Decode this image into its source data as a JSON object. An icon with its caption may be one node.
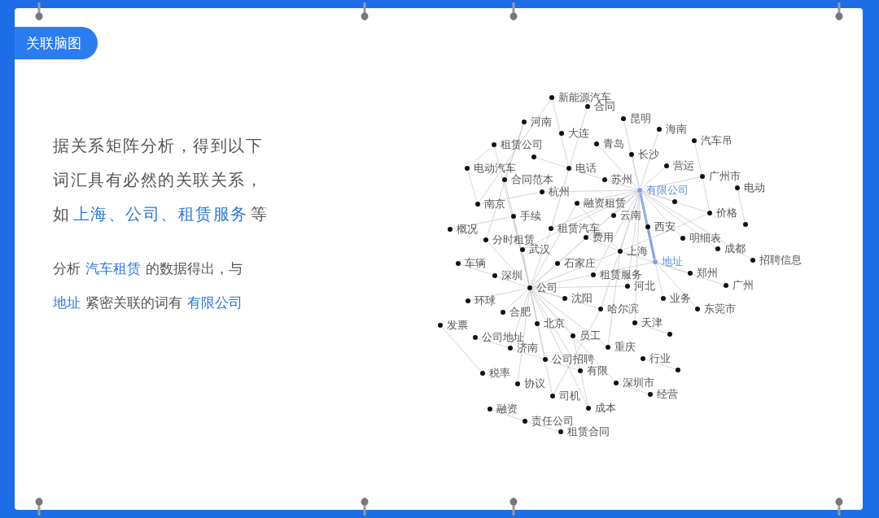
{
  "diagram": {
    "title": "关联脑图",
    "nodes": [
      {
        "text": [
          "新能源汽车"
        ]
      },
      {
        "text": [
          "合同"
        ]
      },
      {
        "text": [
          "河南"
        ]
      },
      {
        "text": [
          "昆明"
        ]
      },
      {
        "text": [
          "海南"
        ]
      },
      {
        "text": [
          "大连"
        ]
      },
      {
        "text": [
          "汽车吊"
        ]
      },
      {
        "text": [
          "租赁公司"
        ]
      },
      {
        "text": [
          "青岛"
        ]
      },
      {
        "text": [],
        "shape": "circle"
      },
      {
        "text": [
          "长沙"
        ]
      },
      {
        "text": [
          "营运"
        ]
      },
      {
        "text": [
          "电动汽车"
        ]
      },
      {
        "text": [
          "电话"
        ]
      },
      {
        "text": [
          "合同范本"
        ]
      },
      {
        "text": [
          "苏州"
        ]
      },
      {
        "text": [
          "广州市"
        ]
      },
      {
        "text": [
          "有限公司"
        ]
      },
      {
        "text": [
          "电动"
        ]
      },
      {
        "text": [
          "杭州"
        ]
      },
      {
        "text": [],
        "shape": "circle"
      },
      {
        "text": [
          "南京"
        ]
      },
      {
        "text": [
          "融资租赁"
        ]
      },
      {
        "text": [
          "云南"
        ]
      },
      {
        "text": [
          "价格"
        ]
      },
      {
        "text": [
          "手续"
        ]
      },
      {
        "text": [
          "西安"
        ]
      },
      {
        "text": [],
        "shape": "circle"
      },
      {
        "text": [
          "概况"
        ]
      },
      {
        "text": [
          "租赁汽车"
        ]
      },
      {
        "text": [
          "费用"
        ]
      },
      {
        "text": [
          "分时租赁"
        ]
      },
      {
        "text": [
          "明细表"
        ]
      },
      {
        "text": [
          "武汉"
        ]
      },
      {
        "text": [
          "上海"
        ]
      },
      {
        "text": [
          "成都"
        ]
      },
      {
        "text": [
          "招聘信息"
        ]
      },
      {
        "text": [
          "地址"
        ]
      },
      {
        "text": [
          "车辆"
        ]
      },
      {
        "text": [
          "石家庄"
        ]
      },
      {
        "text": [
          "深圳"
        ]
      },
      {
        "text": [
          "租赁服务"
        ]
      },
      {
        "text": [
          "郑州"
        ]
      },
      {
        "text": [
          "公司"
        ]
      },
      {
        "text": [
          "河北"
        ]
      },
      {
        "text": [
          "广州"
        ]
      },
      {
        "text": [
          "环球"
        ]
      },
      {
        "text": [
          "沈阳"
        ]
      },
      {
        "text": [
          "业务"
        ]
      },
      {
        "text": [
          "合肥"
        ]
      },
      {
        "text": [
          "哈尔滨"
        ]
      },
      {
        "text": [
          "东莞市"
        ]
      },
      {
        "text": [
          "发票"
        ]
      },
      {
        "text": [
          "北京"
        ]
      },
      {
        "text": [
          "天津"
        ]
      },
      {
        "text": [
          "公司地址"
        ]
      },
      {
        "text": [
          "员工"
        ]
      },
      {
        "text": [],
        "shape": "circle"
      },
      {
        "text": [
          "济南"
        ]
      },
      {
        "text": [
          "重庆"
        ]
      },
      {
        "text": [
          "公司招聘"
        ]
      },
      {
        "text": [
          "行业"
        ]
      },
      {
        "text": [
          "有限"
        ]
      },
      {
        "text": [],
        "shape": "circle"
      },
      {
        "text": [
          "税率"
        ]
      },
      {
        "text": [
          "深圳市"
        ]
      },
      {
        "text": [
          "协议"
        ]
      },
      {
        "text": [
          "经营"
        ]
      },
      {
        "text": [
          "司机"
        ]
      },
      {
        "text": [
          "成本"
        ]
      },
      {
        "text": [
          "融资"
        ]
      },
      {
        "text": [
          "责任公司"
        ]
      },
      {
        "text": [
          "租赁合同"
        ]
      }
    ],
    "edges": [
      {
        "from": 17,
        "to": 37,
        "arrow": "none",
        "style": "thick",
        "color": "#7aa3e6"
      },
      {
        "from": 17,
        "to": 3,
        "arrow": "none"
      },
      {
        "from": 17,
        "to": 4,
        "arrow": "none"
      },
      {
        "from": 17,
        "to": 10,
        "arrow": "none"
      },
      {
        "from": 17,
        "to": 11,
        "arrow": "none"
      },
      {
        "from": 17,
        "to": 15,
        "arrow": "none"
      },
      {
        "from": 17,
        "to": 16,
        "arrow": "none"
      },
      {
        "from": 17,
        "to": 22,
        "arrow": "none"
      },
      {
        "from": 17,
        "to": 23,
        "arrow": "none"
      },
      {
        "from": 17,
        "to": 26,
        "arrow": "none"
      },
      {
        "from": 17,
        "to": 20,
        "arrow": "none"
      },
      {
        "from": 17,
        "to": 24,
        "arrow": "none"
      },
      {
        "from": 17,
        "to": 32,
        "arrow": "none"
      },
      {
        "from": 17,
        "to": 35,
        "arrow": "none"
      },
      {
        "from": 17,
        "to": 36,
        "arrow": "none"
      },
      {
        "from": 17,
        "to": 34,
        "arrow": "none"
      },
      {
        "from": 17,
        "to": 41,
        "arrow": "none"
      },
      {
        "from": 17,
        "to": 44,
        "arrow": "none"
      },
      {
        "from": 17,
        "to": 50,
        "arrow": "none"
      },
      {
        "from": 17,
        "to": 54,
        "arrow": "none"
      },
      {
        "from": 17,
        "to": 29,
        "arrow": "none"
      },
      {
        "from": 17,
        "to": 33,
        "arrow": "none"
      },
      {
        "from": 17,
        "to": 39,
        "arrow": "none"
      },
      {
        "from": 17,
        "to": 19,
        "arrow": "none"
      },
      {
        "from": 17,
        "to": 43,
        "arrow": "none"
      },
      {
        "from": 17,
        "to": 8,
        "arrow": "none"
      },
      {
        "from": 37,
        "to": 42,
        "arrow": "none"
      },
      {
        "from": 37,
        "to": 51,
        "arrow": "none"
      },
      {
        "from": 37,
        "to": 41,
        "arrow": "none"
      },
      {
        "from": 37,
        "to": 48,
        "arrow": "none"
      },
      {
        "from": 43,
        "to": 40,
        "arrow": "none"
      },
      {
        "from": 43,
        "to": 46,
        "arrow": "none"
      },
      {
        "from": 43,
        "to": 49,
        "arrow": "none"
      },
      {
        "from": 43,
        "to": 53,
        "arrow": "none"
      },
      {
        "from": 43,
        "to": 58,
        "arrow": "none"
      },
      {
        "from": 43,
        "to": 60,
        "arrow": "none"
      },
      {
        "from": 43,
        "to": 62,
        "arrow": "none"
      },
      {
        "from": 43,
        "to": 66,
        "arrow": "none"
      },
      {
        "from": 43,
        "to": 68,
        "arrow": "none"
      },
      {
        "from": 43,
        "to": 69,
        "arrow": "none"
      },
      {
        "from": 43,
        "to": 47,
        "arrow": "none"
      },
      {
        "from": 43,
        "to": 39,
        "arrow": "none"
      },
      {
        "from": 43,
        "to": 33,
        "arrow": "none"
      },
      {
        "from": 43,
        "to": 31,
        "arrow": "none"
      },
      {
        "from": 43,
        "to": 29,
        "arrow": "none"
      },
      {
        "from": 43,
        "to": 25,
        "arrow": "none"
      },
      {
        "from": 43,
        "to": 22,
        "arrow": "none"
      },
      {
        "from": 43,
        "to": 34,
        "arrow": "none"
      },
      {
        "from": 43,
        "to": 41,
        "arrow": "none"
      },
      {
        "from": 43,
        "to": 50,
        "arrow": "none"
      },
      {
        "from": 43,
        "to": 56,
        "arrow": "none"
      },
      {
        "from": 43,
        "to": 59,
        "arrow": "none"
      },
      {
        "from": 43,
        "to": 44,
        "arrow": "none"
      },
      {
        "from": 43,
        "to": 14,
        "arrow": "none"
      },
      {
        "from": 43,
        "to": 7,
        "arrow": "none"
      },
      {
        "from": 43,
        "to": 65,
        "arrow": "none"
      },
      {
        "from": 34,
        "to": 30,
        "arrow": "none"
      },
      {
        "from": 34,
        "to": 22,
        "arrow": "none"
      },
      {
        "from": 34,
        "to": 45,
        "arrow": "none"
      },
      {
        "from": 34,
        "to": 59,
        "arrow": "none"
      },
      {
        "from": 34,
        "to": 24,
        "arrow": "none"
      },
      {
        "from": 0,
        "to": 13,
        "arrow": "none"
      },
      {
        "from": 0,
        "to": 21,
        "arrow": "none"
      },
      {
        "from": 6,
        "to": 16,
        "arrow": "none"
      },
      {
        "from": 16,
        "to": 24,
        "arrow": "none"
      },
      {
        "from": 18,
        "to": 27,
        "arrow": "none"
      },
      {
        "from": 52,
        "to": 64,
        "arrow": "none"
      },
      {
        "from": 55,
        "to": 58,
        "arrow": "none"
      },
      {
        "from": 58,
        "to": 60,
        "arrow": "none"
      },
      {
        "from": 60,
        "to": 62,
        "arrow": "none"
      },
      {
        "from": 70,
        "to": 71,
        "arrow": "none"
      },
      {
        "from": 71,
        "to": 72,
        "arrow": "none"
      },
      {
        "from": 61,
        "to": 63,
        "arrow": "none"
      },
      {
        "from": 57,
        "to": 54,
        "arrow": "none"
      },
      {
        "from": 28,
        "to": 25,
        "arrow": "none"
      },
      {
        "from": 12,
        "to": 21,
        "arrow": "none"
      },
      {
        "from": 2,
        "to": 14,
        "arrow": "none"
      },
      {
        "from": 9,
        "to": 13,
        "arrow": "none"
      },
      {
        "from": 13,
        "to": 15,
        "arrow": "none"
      },
      {
        "from": 21,
        "to": 19,
        "arrow": "none"
      },
      {
        "from": 1,
        "to": 29,
        "arrow": "none"
      },
      {
        "from": 38,
        "to": 40,
        "arrow": "none"
      },
      {
        "from": 65,
        "to": 67,
        "arrow": "none"
      },
      {
        "from": 68,
        "to": 50,
        "arrow": "none"
      },
      {
        "from": 69,
        "to": 56,
        "arrow": "none"
      },
      {
        "from": 7,
        "to": 12,
        "arrow": "none"
      },
      {
        "from": 2,
        "to": 31,
        "arrow": "none"
      }
    ],
    "labels": [
      "据关系矩阵分析，得到以下词汇具有必然的关联关系，如",
      "上海、公司、租赁服务",
      "等",
      "分析",
      "汽车租赁",
      "的数据得出，与",
      "地址",
      "紧密关联的词有",
      "有限公司"
    ]
  }
}
